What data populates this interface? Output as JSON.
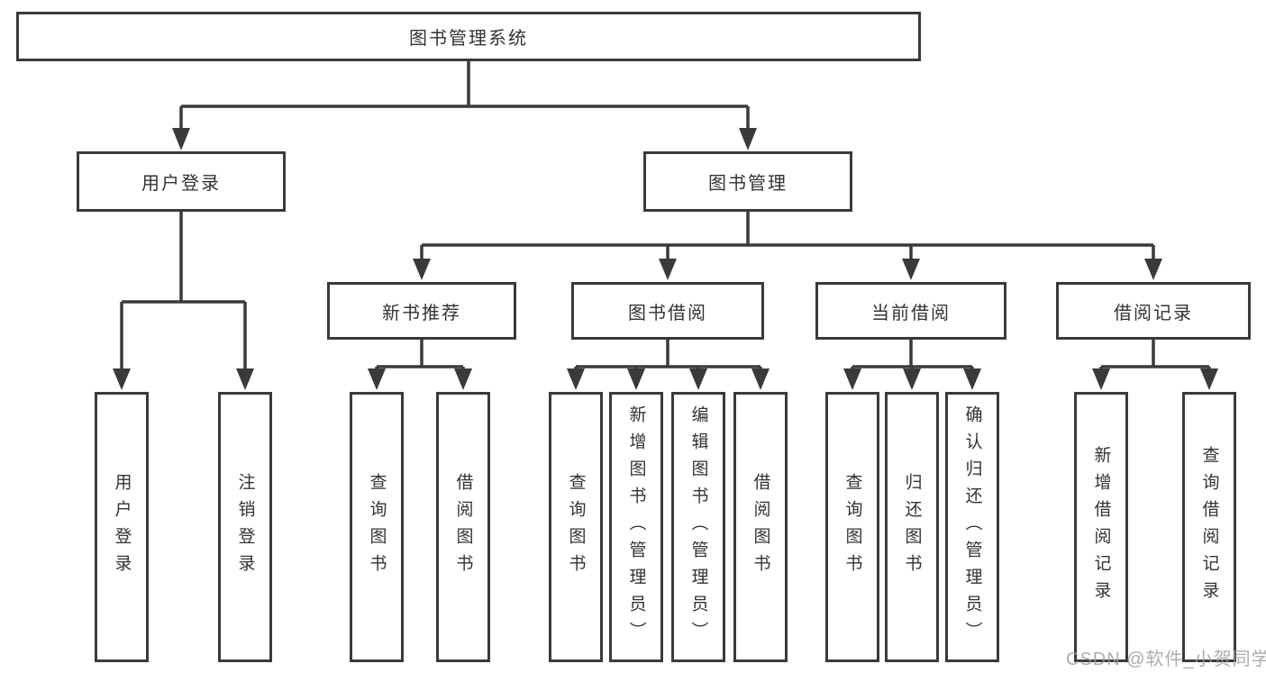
{
  "title": {
    "label": "图书管理系统"
  },
  "level2": {
    "user_login": "用户登录",
    "book_mgmt": "图书管理"
  },
  "level3": {
    "new_books": "新书推荐",
    "book_borrow": "图书借阅",
    "current_borrow": "当前借阅",
    "borrow_records": "借阅记录"
  },
  "leaves": {
    "user_login": [
      "用户登录",
      "注销登录"
    ],
    "new_books": [
      "查询图书",
      "借阅图书"
    ],
    "book_borrow": [
      "查询图书",
      "新增图书（管理员）",
      "编辑图书（管理员）",
      "借阅图书"
    ],
    "current_borrow": [
      "查询图书",
      "归还图书",
      "确认归还（管理员）"
    ],
    "borrow_records": [
      "新增借阅记录",
      "查询借阅记录"
    ]
  },
  "watermark": "CSDN @软件_小贺同学",
  "colors": {
    "line": "#3a3a3a",
    "text": "#333333",
    "watermark": "#9aa0a8",
    "background": "#ffffff"
  }
}
